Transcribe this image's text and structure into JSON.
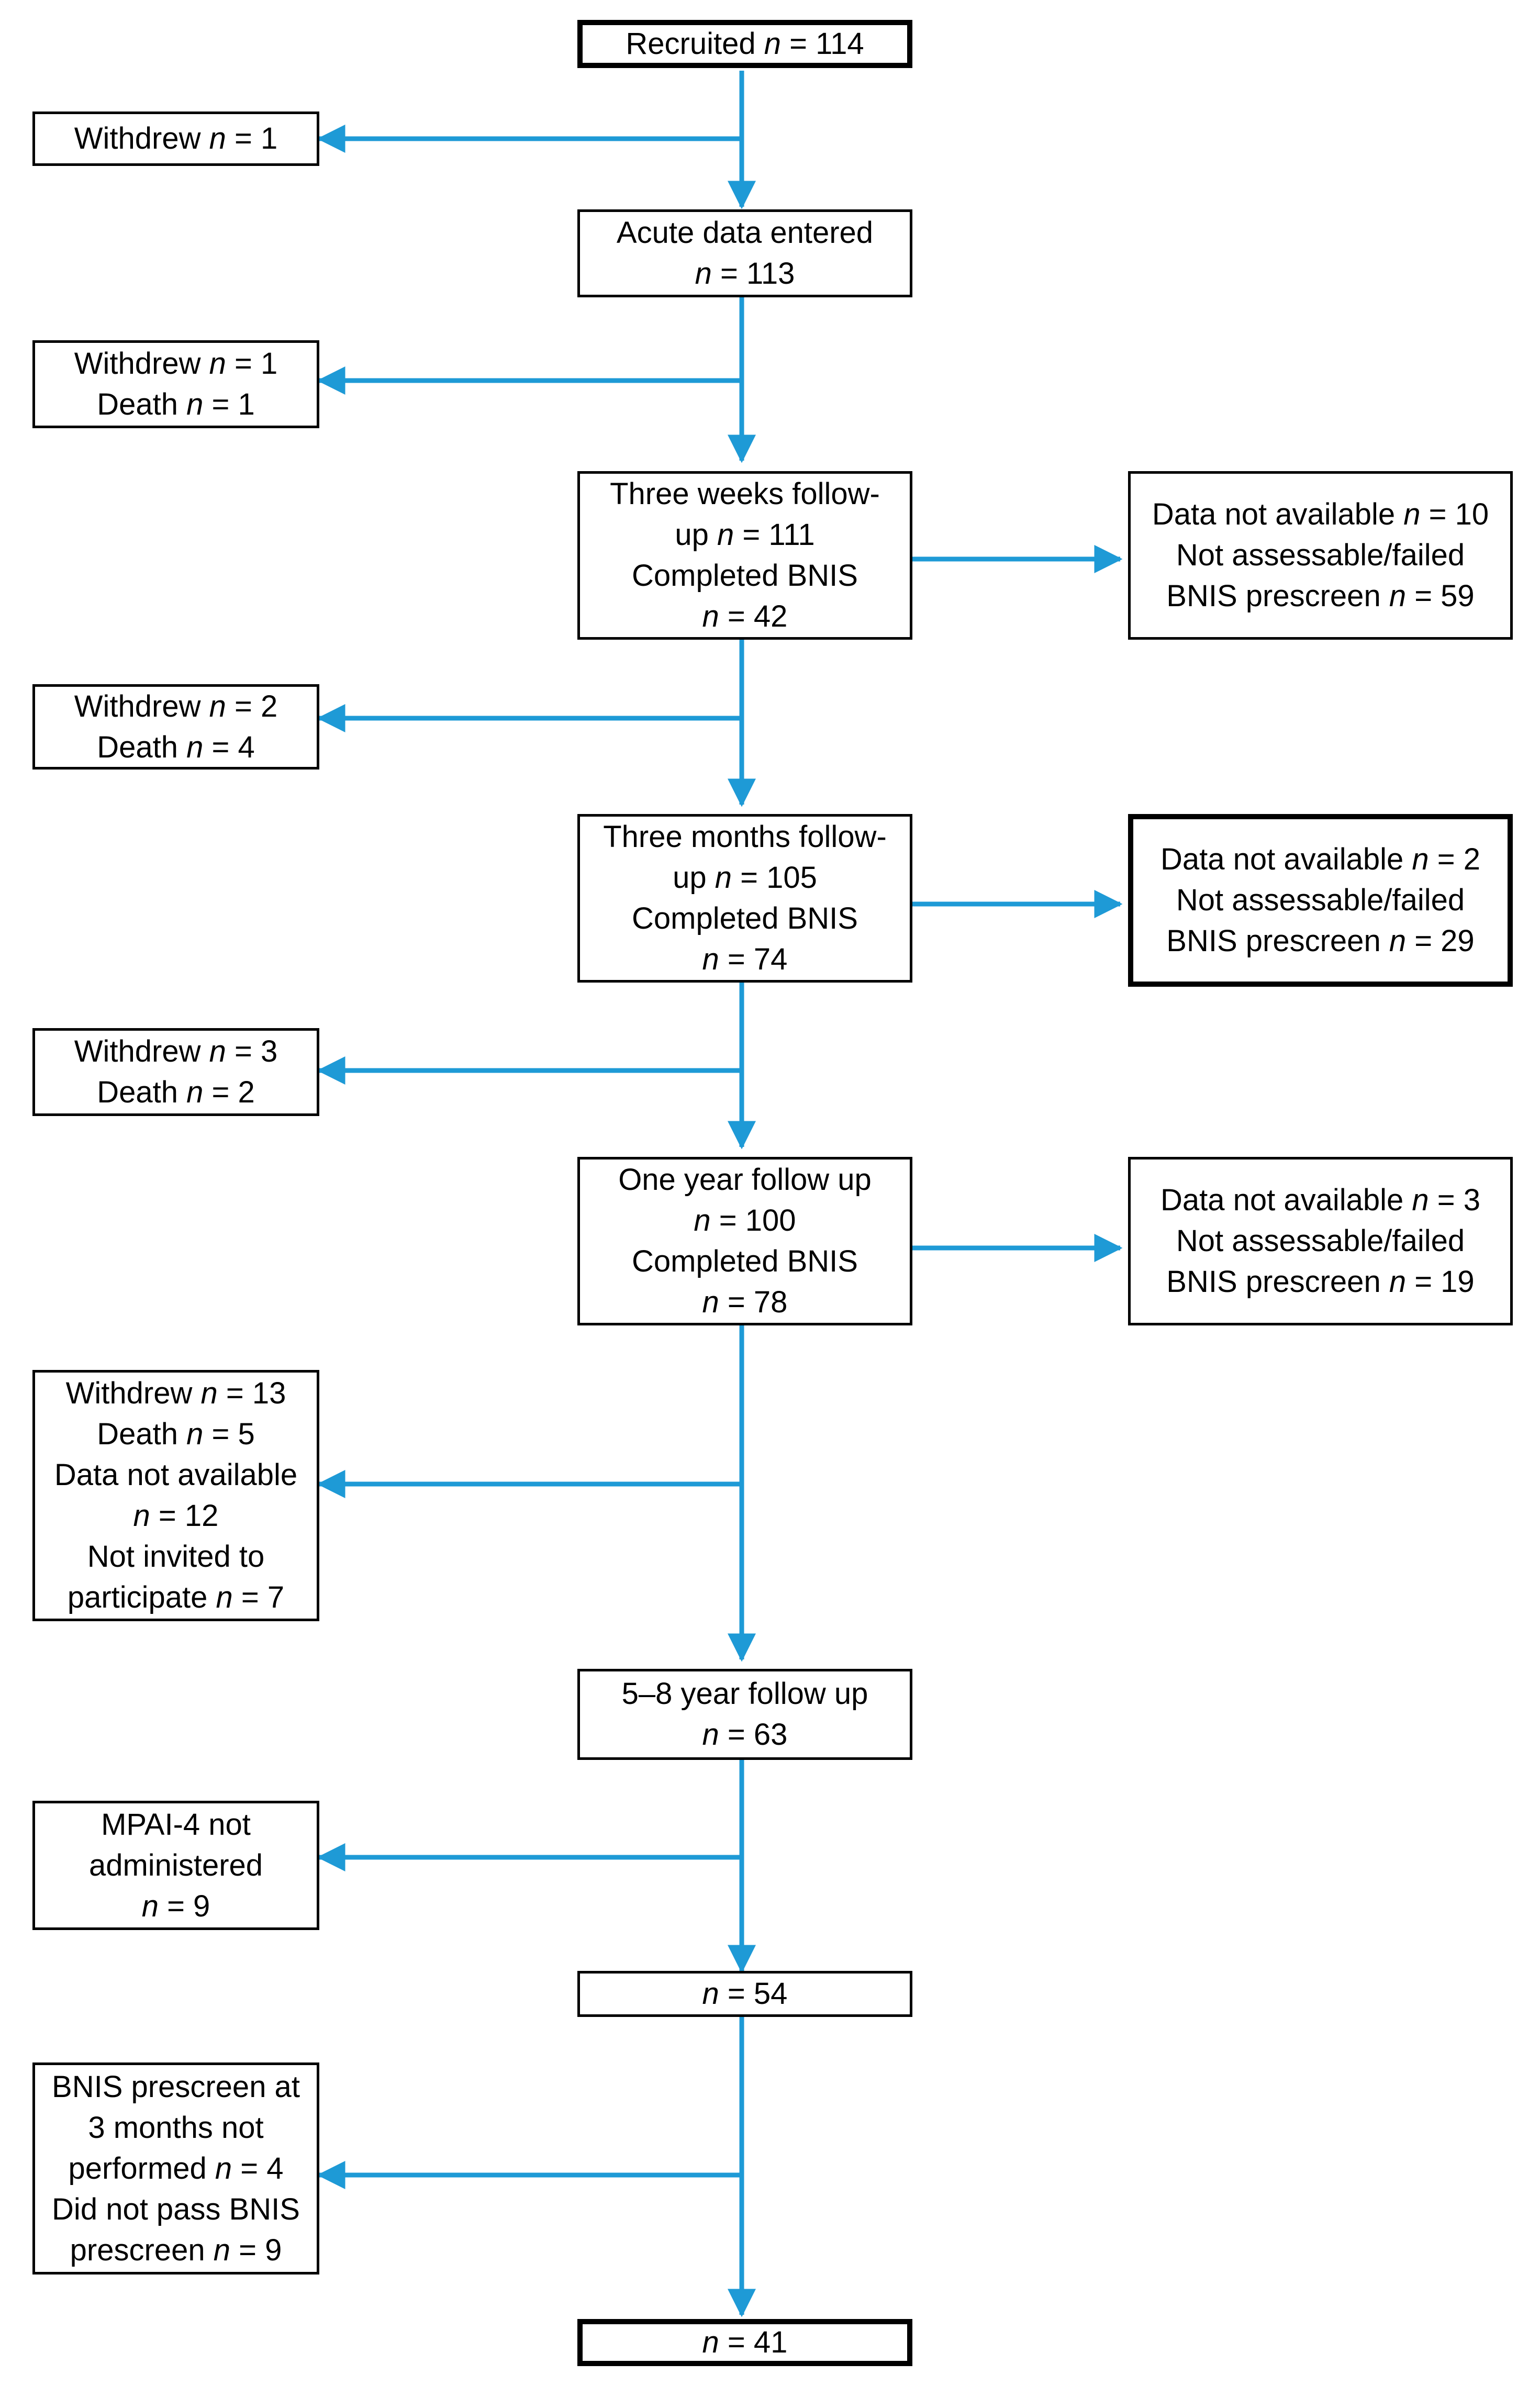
{
  "colors": {
    "arrow": "#1e9ad6",
    "border": "#000000",
    "background": "#ffffff"
  },
  "stages": {
    "recruited": [
      "Recruited n = 114"
    ],
    "acute": [
      "Acute data entered",
      "n = 113"
    ],
    "three_weeks": [
      "Three weeks follow-",
      "up n = 111",
      "Completed BNIS",
      "n = 42"
    ],
    "three_months": [
      "Three months follow-",
      "up n = 105",
      "Completed BNIS",
      "n = 74"
    ],
    "one_year": [
      "One year follow up",
      "n = 100",
      "Completed BNIS",
      "n = 78"
    ],
    "five_eight": [
      "5–8 year follow up",
      "n = 63"
    ],
    "n54": [
      "n = 54"
    ],
    "n41": [
      "n = 41"
    ]
  },
  "exclusions": {
    "ex1": [
      "Withdrew n = 1"
    ],
    "ex2": [
      "Withdrew n = 1",
      "Death n = 1"
    ],
    "ex3": [
      "Withdrew n = 2",
      "Death n = 4"
    ],
    "ex4": [
      "Withdrew n = 3",
      "Death n = 2"
    ],
    "ex5": [
      "Withdrew n = 13",
      "Death n = 5",
      "Data not available",
      "n = 12",
      "Not invited to",
      "participate n = 7"
    ],
    "ex6": [
      "MPAI-4 not",
      "administered",
      "n = 9"
    ],
    "ex7": [
      "BNIS prescreen at",
      "3 months not",
      "performed n = 4",
      "Did not pass BNIS",
      "prescreen n = 9"
    ]
  },
  "side_notes": {
    "bnis1": [
      "Data not available n = 10",
      "Not assessable/failed",
      "BNIS prescreen n = 59"
    ],
    "bnis2": [
      "Data not available n = 2",
      "Not assessable/failed",
      "BNIS prescreen n = 29"
    ],
    "bnis3": [
      "Data not available n = 3",
      "Not assessable/failed",
      "BNIS prescreen n = 19"
    ]
  }
}
